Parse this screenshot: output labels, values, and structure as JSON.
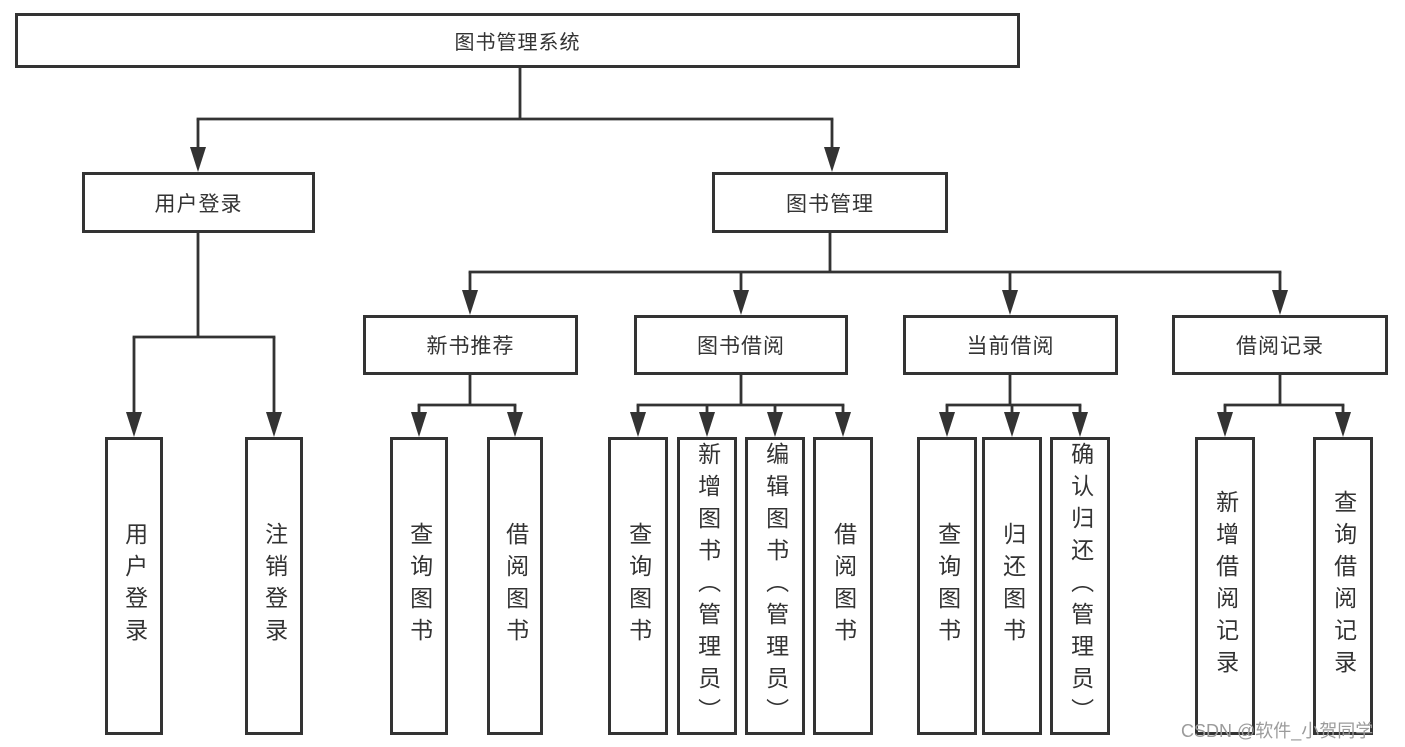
{
  "tree": {
    "root": {
      "label": "图书管理系统",
      "children": [
        {
          "label": "用户登录",
          "children": [
            {
              "label": "用户登录"
            },
            {
              "label": "注销登录"
            }
          ]
        },
        {
          "label": "图书管理",
          "children": [
            {
              "label": "新书推荐",
              "children": [
                {
                  "label": "查询图书"
                },
                {
                  "label": "借阅图书"
                }
              ]
            },
            {
              "label": "图书借阅",
              "children": [
                {
                  "label": "查询图书"
                },
                {
                  "label": "新增图书（管理员）"
                },
                {
                  "label": "编辑图书（管理员）"
                },
                {
                  "label": "借阅图书"
                }
              ]
            },
            {
              "label": "当前借阅",
              "children": [
                {
                  "label": "查询图书"
                },
                {
                  "label": "归还图书"
                },
                {
                  "label": "确认归还（管理员）"
                }
              ]
            },
            {
              "label": "借阅记录",
              "children": [
                {
                  "label": "新增借阅记录"
                },
                {
                  "label": "查询借阅记录"
                }
              ]
            }
          ]
        }
      ]
    }
  },
  "watermark": "CSDN @软件_小贺同学",
  "colors": {
    "line": "#333333",
    "text": "#333333",
    "watermark": "#9b9b9b",
    "background": "#ffffff"
  }
}
